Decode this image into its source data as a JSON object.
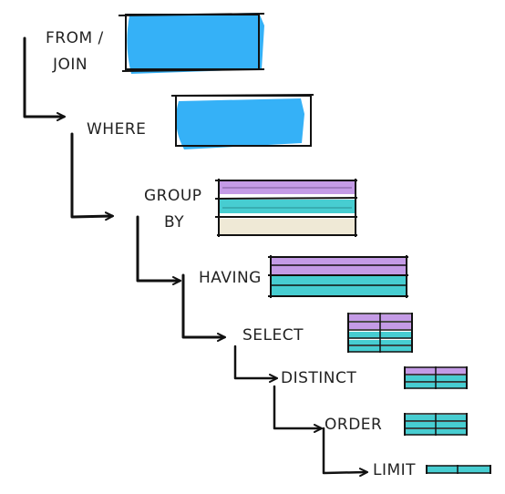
{
  "colors": {
    "blue": "#35b1f7",
    "purple": "#c49be6",
    "teal": "#47cdd1",
    "cream": "#efe9d6",
    "ink": "#111111"
  },
  "steps": [
    {
      "id": "from-join",
      "lines": [
        "FROM /",
        "JOIN"
      ],
      "block": "solid-blue"
    },
    {
      "id": "where",
      "lines": [
        "WHERE"
      ],
      "block": "solid-blue"
    },
    {
      "id": "group-by",
      "lines": [
        "GROUP",
        "BY"
      ],
      "block": "rows",
      "rows": [
        "purple",
        "teal",
        "teal",
        "cream",
        "cream"
      ]
    },
    {
      "id": "having",
      "lines": [
        "HAVING"
      ],
      "block": "rows",
      "rows": [
        "purple",
        "purple",
        "teal",
        "teal"
      ]
    },
    {
      "id": "select",
      "lines": [
        "SELECT"
      ],
      "block": "grid",
      "rows": [
        "purple",
        "purple",
        "teal",
        "teal",
        "teal"
      ]
    },
    {
      "id": "distinct",
      "lines": [
        "DISTINCT"
      ],
      "block": "grid",
      "rows": [
        "purple",
        "teal",
        "teal"
      ]
    },
    {
      "id": "order",
      "lines": [
        "ORDER"
      ],
      "block": "grid",
      "rows": [
        "teal",
        "teal",
        "teal"
      ]
    },
    {
      "id": "limit",
      "lines": [
        "LIMIT"
      ],
      "block": "grid",
      "rows": [
        "teal"
      ]
    }
  ]
}
